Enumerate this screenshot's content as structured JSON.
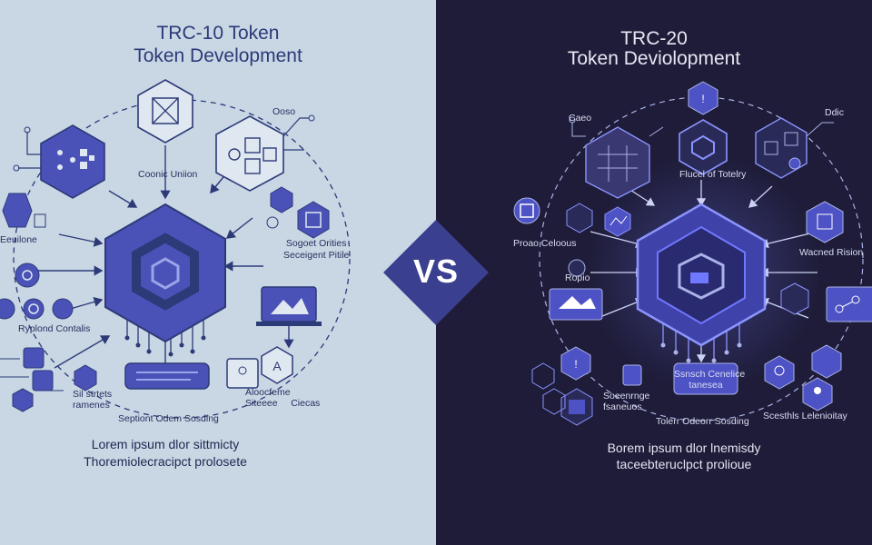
{
  "left": {
    "title": "TRC-10 Token",
    "subtitle": "Token Development",
    "captions": {
      "top_right": "Ooso",
      "center_top": "Coonic Uniion",
      "left_mid": "Eeuilone",
      "right_mid": "Sogoet Orities\nSeceigent Pitile",
      "left_low": "Ryplond Contalis",
      "bottom_center": "Septiont Odem Sosding",
      "bottom_left": "Sil strtets\nramenes",
      "bottom_right": "Aloocfeme\nSiteeee     Ciecas"
    },
    "body_line1": "Lorem ipsum dlor sittmicty",
    "body_line2": "Thoremiolecracipct prolosete",
    "colors": {
      "bg": "#c9d6e4",
      "accent": "#4a52b8",
      "line": "#2c3a78"
    }
  },
  "right": {
    "title": "TRC-20",
    "subtitle": "Token Deviolopment",
    "captions": {
      "top_left": "Caeo",
      "top_right": "Ddic",
      "center_top": "Flucel of Totelry",
      "left_mid": "Proao Celoous",
      "left_low": "Ropio",
      "right_mid": "Wacned Rision",
      "bottom_center": "Tolerr Odeorr Sosding",
      "bottom_mid": "Ssnsch Cenelice\ntanesea",
      "bottom_left": "Soeenrnge\nfsaneuos",
      "bottom_right": "Scesthls Lelenioitay"
    },
    "body_line1": "Borem ipsum dlor lnemisdy",
    "body_line2": "taceebteruclpct prolioue",
    "colors": {
      "bg": "#1e1c38",
      "accent": "#4d52c4",
      "glow": "#6f78ff"
    }
  },
  "badge": {
    "label": "VS",
    "color": "#3b3f8f"
  }
}
